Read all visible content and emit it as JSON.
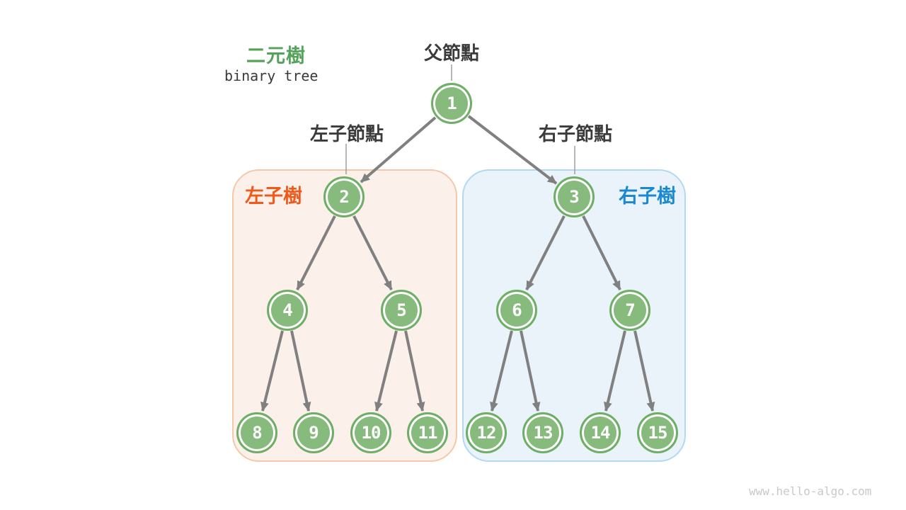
{
  "title": {
    "zh": "二元樹",
    "en": "binary tree"
  },
  "annotations": {
    "parent_node": "父節點",
    "left_child_node": "左子節點",
    "right_child_node": "右子節點",
    "left_subtree": "左子樹",
    "right_subtree": "右子樹"
  },
  "watermark": "www.hello-algo.com",
  "colors": {
    "title_green": "#55A25A",
    "node_fill": "#87BB7E",
    "node_border": "#6FAE66",
    "node_text": "#FFFFFF",
    "edge_gray": "#808080",
    "thin_line_gray": "#9D9D9D",
    "label_dark": "#3B3B3B",
    "left_subtree_accent": "#F0591A",
    "left_subtree_bg": "#FCF0EA",
    "left_subtree_border": "#F5C8AA",
    "right_subtree_accent": "#1A88D3",
    "right_subtree_bg": "#EAF3FA",
    "right_subtree_border": "#B3D9F2",
    "watermark_gray": "#C9C9C9"
  },
  "tree": {
    "nodes": [
      {
        "value": "1"
      },
      {
        "value": "2"
      },
      {
        "value": "3"
      },
      {
        "value": "4"
      },
      {
        "value": "5"
      },
      {
        "value": "6"
      },
      {
        "value": "7"
      },
      {
        "value": "8"
      },
      {
        "value": "9"
      },
      {
        "value": "10"
      },
      {
        "value": "11"
      },
      {
        "value": "12"
      },
      {
        "value": "13"
      },
      {
        "value": "14"
      },
      {
        "value": "15"
      }
    ],
    "edges": [
      {
        "from": "1",
        "to": "2"
      },
      {
        "from": "1",
        "to": "3"
      },
      {
        "from": "2",
        "to": "4"
      },
      {
        "from": "2",
        "to": "5"
      },
      {
        "from": "3",
        "to": "6"
      },
      {
        "from": "3",
        "to": "7"
      },
      {
        "from": "4",
        "to": "8"
      },
      {
        "from": "4",
        "to": "9"
      },
      {
        "from": "5",
        "to": "10"
      },
      {
        "from": "5",
        "to": "11"
      },
      {
        "from": "6",
        "to": "12"
      },
      {
        "from": "6",
        "to": "13"
      },
      {
        "from": "7",
        "to": "14"
      },
      {
        "from": "7",
        "to": "15"
      }
    ]
  }
}
